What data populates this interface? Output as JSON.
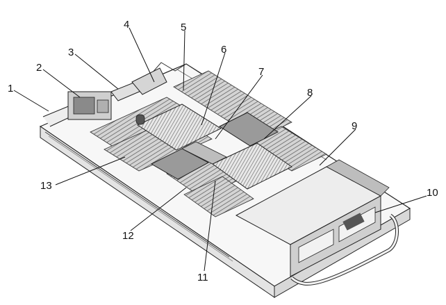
{
  "figure": {
    "callouts": [
      {
        "id": "1",
        "label": "1"
      },
      {
        "id": "2",
        "label": "2"
      },
      {
        "id": "3",
        "label": "3"
      },
      {
        "id": "4",
        "label": "4"
      },
      {
        "id": "5",
        "label": "5"
      },
      {
        "id": "6",
        "label": "6"
      },
      {
        "id": "7",
        "label": "7"
      },
      {
        "id": "8",
        "label": "8"
      },
      {
        "id": "9",
        "label": "9"
      },
      {
        "id": "10",
        "label": "10"
      },
      {
        "id": "11",
        "label": "11"
      },
      {
        "id": "12",
        "label": "12"
      },
      {
        "id": "13",
        "label": "13"
      }
    ]
  }
}
